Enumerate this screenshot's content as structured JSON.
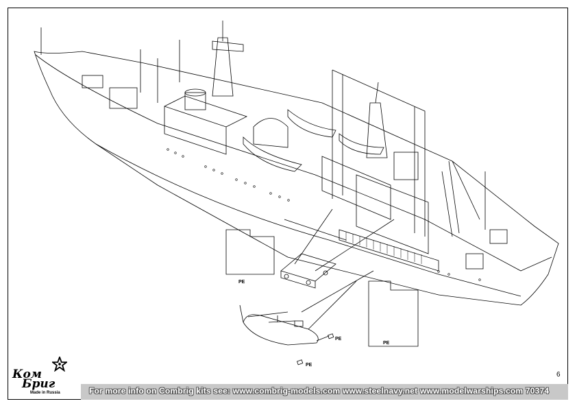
{
  "labels": {
    "pe_left": "PE",
    "pe_right": "PE",
    "pe_small_upper": "PE",
    "pe_small_lower": "PE"
  },
  "page_number": "6",
  "footer": {
    "text": "For more info on Combrig kits see: www.combrig-models.com www.steelnavy.net  www.modelwarships.com  70374"
  },
  "logo": {
    "line1": "Ком",
    "line2": "Бриг",
    "tagline": "Made in Russia",
    "icon": "star-icon"
  },
  "colors": {
    "ink": "#000000",
    "footer_bar": "#c8c8c8",
    "footer_text": "#ffffff"
  }
}
